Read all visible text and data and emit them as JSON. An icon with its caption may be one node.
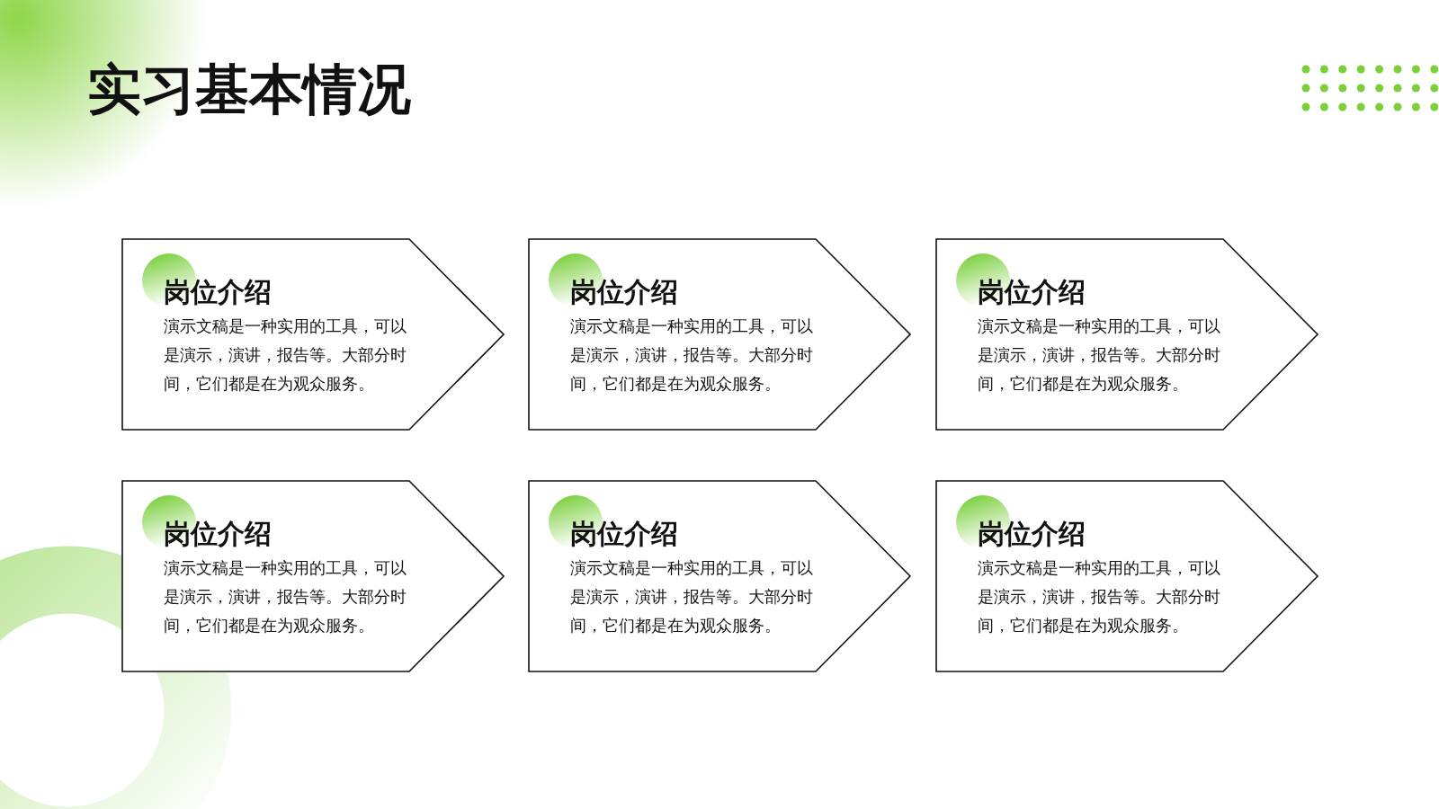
{
  "diagram": {
    "title": "实习基本情况",
    "nodes": [
      {
        "text": [
          "岗位介绍",
          "演示文稿是一种实用的工具，可以是演示，演讲，报告等。大部分时间，它们都是在为观众服务。"
        ]
      },
      {
        "text": [
          "岗位介绍",
          "演示文稿是一种实用的工具，可以是演示，演讲，报告等。大部分时间，它们都是在为观众服务。"
        ]
      },
      {
        "text": [
          "岗位介绍",
          "演示文稿是一种实用的工具，可以是演示，演讲，报告等。大部分时间，它们都是在为观众服务。"
        ]
      },
      {
        "text": [
          "岗位介绍",
          "演示文稿是一种实用的工具，可以是演示，演讲，报告等。大部分时间，它们都是在为观众服务。"
        ]
      },
      {
        "text": [
          "岗位介绍",
          "演示文稿是一种实用的工具，可以是演示，演讲，报告等。大部分时间，它们都是在为观众服务。"
        ]
      },
      {
        "text": [
          "岗位介绍",
          "演示文稿是一种实用的工具，可以是演示，演讲，报告等。大部分时间，它们都是在为观众服务。"
        ]
      }
    ]
  }
}
